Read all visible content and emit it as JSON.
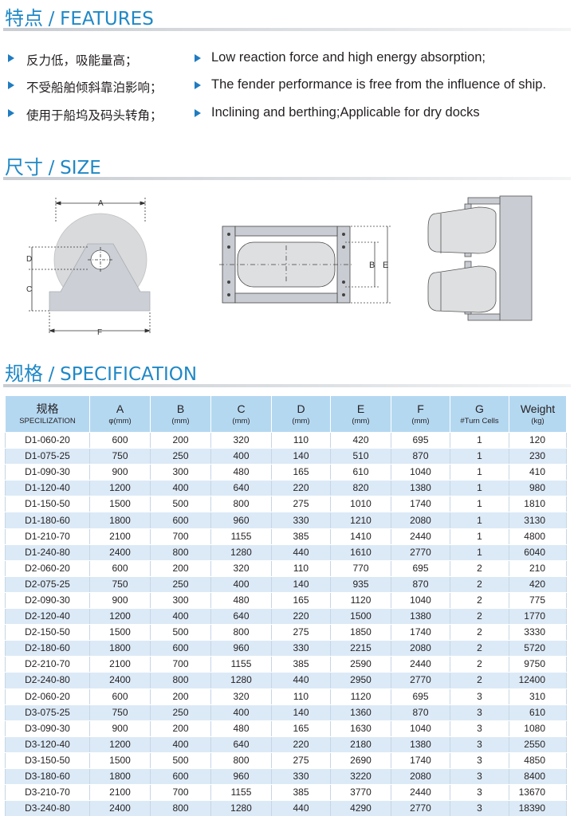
{
  "features_section": {
    "title_cn": "特点",
    "title_sep": "/",
    "title_en": "FEATURES",
    "items": [
      {
        "cn": "反力低，吸能量高；",
        "en": "Low reaction force and high energy absorption;"
      },
      {
        "cn": "不受船舶倾斜靠泊影响；",
        "en": "The fender performance is free from the influence of ship."
      },
      {
        "cn": "使用于船坞及码头转角；",
        "en": "Inclining and berthing;Applicable for dry docks"
      }
    ]
  },
  "size_section": {
    "title_cn": "尺寸",
    "title_sep": "/",
    "title_en": "SIZE",
    "diagram1_labels": {
      "a": "A",
      "d": "D",
      "c": "C",
      "f": "F"
    },
    "diagram2_labels": {
      "b": "B",
      "e": "E"
    }
  },
  "spec_section": {
    "title_cn": "规格",
    "title_sep": "/",
    "title_en": "SPECIFICATION",
    "columns": [
      {
        "main": "规格",
        "sub": "SPECILIZATION"
      },
      {
        "main": "A",
        "sub": "φ(mm)"
      },
      {
        "main": "B",
        "sub": "(mm)"
      },
      {
        "main": "C",
        "sub": "(mm)"
      },
      {
        "main": "D",
        "sub": "(mm)"
      },
      {
        "main": "E",
        "sub": "(mm)"
      },
      {
        "main": "F",
        "sub": "(mm)"
      },
      {
        "main": "G",
        "sub": "#Turn Cells"
      },
      {
        "main": "Weight",
        "sub": "(kg)"
      }
    ],
    "rows": [
      [
        "D1-060-20",
        "600",
        "200",
        "320",
        "110",
        "420",
        "695",
        "1",
        "120"
      ],
      [
        "D1-075-25",
        "750",
        "250",
        "400",
        "140",
        "510",
        "870",
        "1",
        "230"
      ],
      [
        "D1-090-30",
        "900",
        "300",
        "480",
        "165",
        "610",
        "1040",
        "1",
        "410"
      ],
      [
        "D1-120-40",
        "1200",
        "400",
        "640",
        "220",
        "820",
        "1380",
        "1",
        "980"
      ],
      [
        "D1-150-50",
        "1500",
        "500",
        "800",
        "275",
        "1010",
        "1740",
        "1",
        "1810"
      ],
      [
        "D1-180-60",
        "1800",
        "600",
        "960",
        "330",
        "1210",
        "2080",
        "1",
        "3130"
      ],
      [
        "D1-210-70",
        "2100",
        "700",
        "1155",
        "385",
        "1410",
        "2440",
        "1",
        "4800"
      ],
      [
        "D1-240-80",
        "2400",
        "800",
        "1280",
        "440",
        "1610",
        "2770",
        "1",
        "6040"
      ],
      [
        "D2-060-20",
        "600",
        "200",
        "320",
        "110",
        "770",
        "695",
        "2",
        "210"
      ],
      [
        "D2-075-25",
        "750",
        "250",
        "400",
        "140",
        "935",
        "870",
        "2",
        "420"
      ],
      [
        "D2-090-30",
        "900",
        "300",
        "480",
        "165",
        "1120",
        "1040",
        "2",
        "775"
      ],
      [
        "D2-120-40",
        "1200",
        "400",
        "640",
        "220",
        "1500",
        "1380",
        "2",
        "1770"
      ],
      [
        "D2-150-50",
        "1500",
        "500",
        "800",
        "275",
        "1850",
        "1740",
        "2",
        "3330"
      ],
      [
        "D2-180-60",
        "1800",
        "600",
        "960",
        "330",
        "2215",
        "2080",
        "2",
        "5720"
      ],
      [
        "D2-210-70",
        "2100",
        "700",
        "1155",
        "385",
        "2590",
        "2440",
        "2",
        "9750"
      ],
      [
        "D2-240-80",
        "2400",
        "800",
        "1280",
        "440",
        "2950",
        "2770",
        "2",
        "12400"
      ],
      [
        "D2-060-20",
        "600",
        "200",
        "320",
        "110",
        "1120",
        "695",
        "3",
        "310"
      ],
      [
        "D3-075-25",
        "750",
        "250",
        "400",
        "140",
        "1360",
        "870",
        "3",
        "610"
      ],
      [
        "D3-090-30",
        "900",
        "200",
        "480",
        "165",
        "1630",
        "1040",
        "3",
        "1080"
      ],
      [
        "D3-120-40",
        "1200",
        "400",
        "640",
        "220",
        "2180",
        "1380",
        "3",
        "2550"
      ],
      [
        "D3-150-50",
        "1500",
        "500",
        "800",
        "275",
        "2690",
        "1740",
        "3",
        "4850"
      ],
      [
        "D3-180-60",
        "1800",
        "600",
        "960",
        "330",
        "3220",
        "2080",
        "3",
        "8400"
      ],
      [
        "D3-210-70",
        "2100",
        "700",
        "1155",
        "385",
        "3770",
        "2440",
        "3",
        "13670"
      ],
      [
        "D3-240-80",
        "2400",
        "800",
        "1280",
        "440",
        "4290",
        "2770",
        "3",
        "18390"
      ]
    ]
  },
  "colors": {
    "accent": "#1f88c6",
    "arrow": "#1f7cc1",
    "table_header_bg": "#b5d8f1",
    "table_stripe": "#dceaf7",
    "fender_gray": "#d9dadb",
    "bracket_gray": "#ccd0d6"
  }
}
